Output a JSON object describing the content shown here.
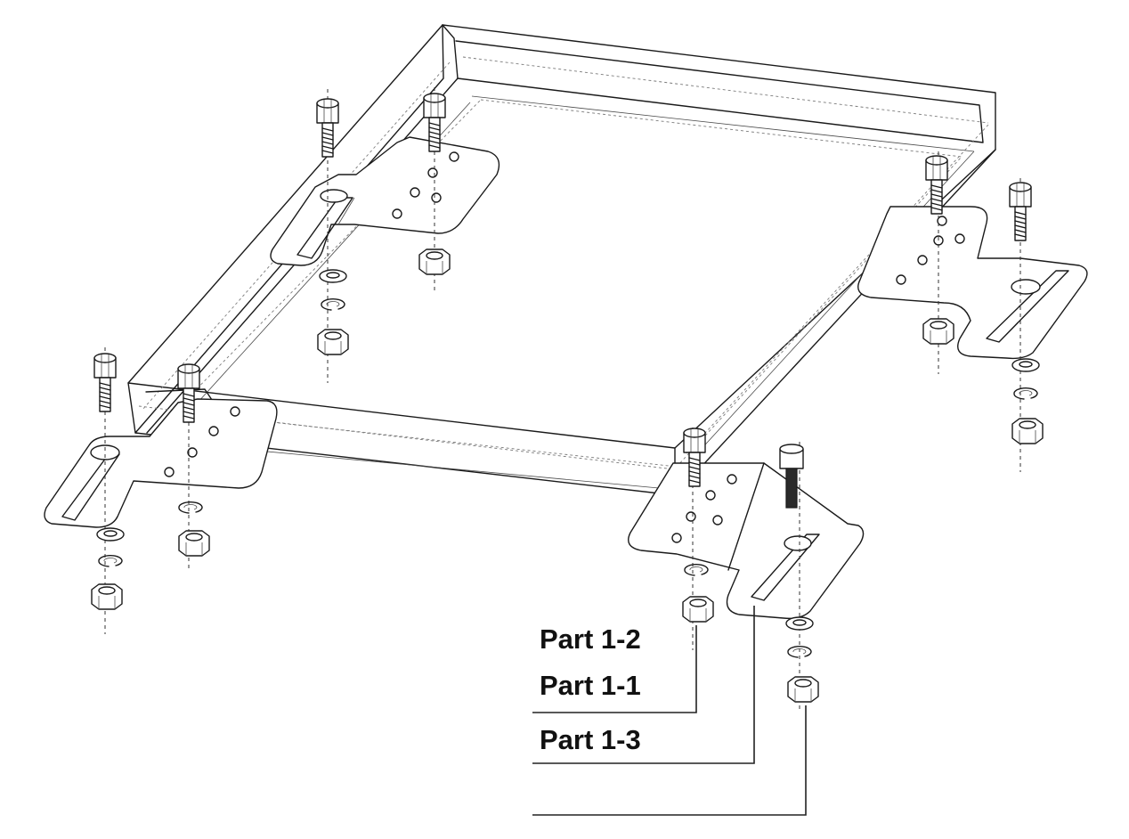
{
  "callouts": {
    "part_1_2": "Part 1-2",
    "part_1_1": "Part 1-1",
    "part_1_3": "Part 1-3"
  }
}
